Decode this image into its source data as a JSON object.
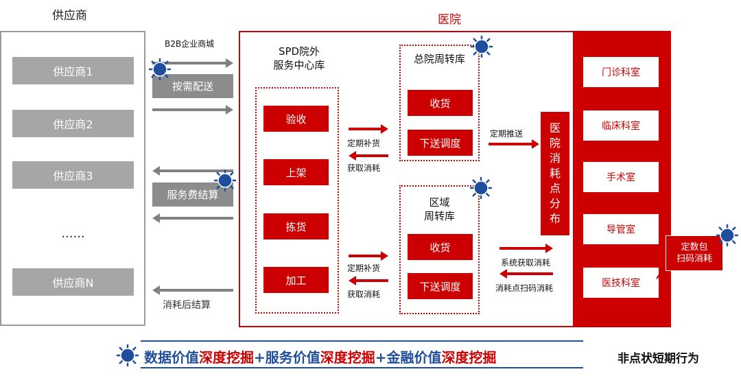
{
  "titles": {
    "supplier": "供应商",
    "hospital": "医院"
  },
  "suppliers": [
    "供应商1",
    "供应商2",
    "供应商3",
    "......",
    "供应商N"
  ],
  "links": {
    "b2b": "B2B企业商城",
    "on_demand": "按需配送",
    "service_fee": "服务费结算",
    "consume_settle": "消耗后结算"
  },
  "spd": {
    "title_line1": "SPD院外",
    "title_line2": "服务中心库",
    "steps": [
      "验收",
      "上架",
      "拣货",
      "加工"
    ]
  },
  "main_depot": {
    "title": "总院周转库",
    "steps": [
      "收货",
      "下送调度"
    ]
  },
  "region_depot": {
    "title_line1": "区域",
    "title_line2": "周转库",
    "steps": [
      "收货",
      "下送调度"
    ]
  },
  "flows": {
    "replenish_top": "定期补货",
    "fetch_top": "获取消耗",
    "replenish_bottom": "定期补货",
    "fetch_bottom": "获取消耗",
    "push": "定期推送",
    "sys_fetch": "系统获取消耗",
    "scan": "消耗点扫码消耗"
  },
  "distribution_chars": [
    "医",
    "院",
    "消",
    "耗",
    "点",
    "分",
    "布"
  ],
  "departments": [
    "门诊科室",
    "临床科室",
    "手术室",
    "导管室",
    "医技科室"
  ],
  "callout": {
    "line1": "定数包",
    "line2": "扫码消耗"
  },
  "banner": {
    "p1": "数据价值",
    "p2": "深度挖掘",
    "p3": "+服务价值",
    "p4": "深度挖掘",
    "p5": "+金融价值",
    "p6": "深度挖掘"
  },
  "side_note": "非点状短期行为",
  "colors": {
    "accent_red": "#cc0000",
    "banner_blue": "#1f4e9c",
    "supplier_gray": "#a6a6a6"
  },
  "icons": [
    "sun-burst-icon"
  ]
}
